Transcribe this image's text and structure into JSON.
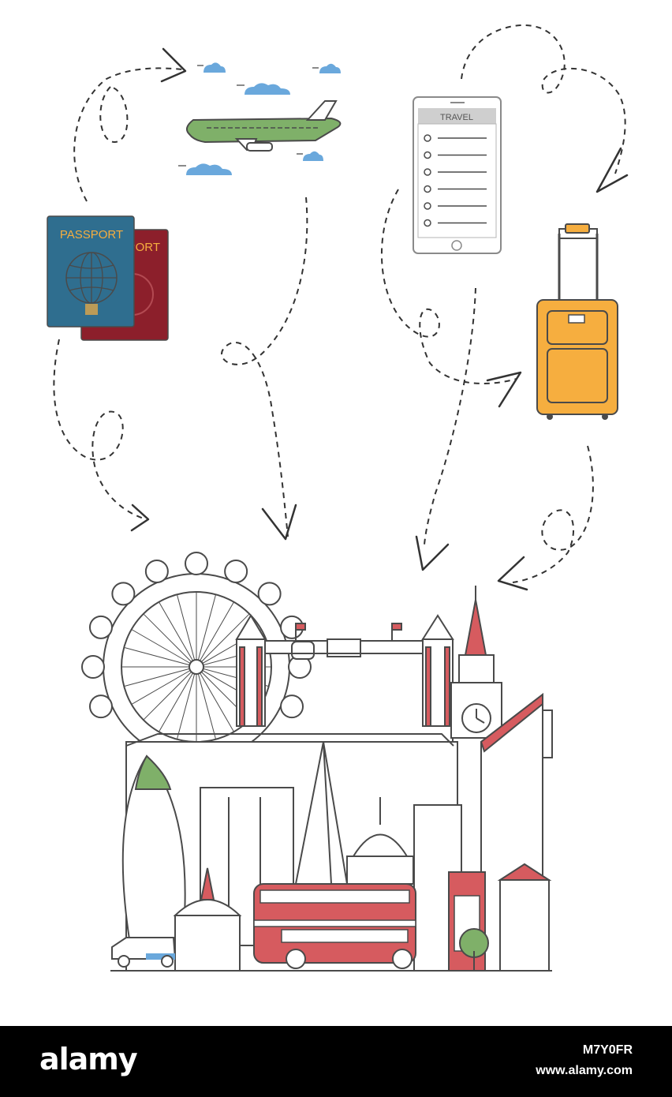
{
  "passport": {
    "front_label": "PASSPORT",
    "back_label": "PORT"
  },
  "phone": {
    "header": "TRAVEL",
    "checklist_count": 6
  },
  "footer": {
    "logo": "alamy",
    "image_id": "M7Y0FR",
    "url": "www.alamy.com"
  },
  "colors": {
    "passport_blue": "#2f6e8f",
    "passport_red": "#8c1f2b",
    "plane_green": "#7fb069",
    "suitcase_orange": "#f6ae3f",
    "bus_red": "#d65b5f",
    "cloud_blue": "#6aa8dc",
    "tree_green": "#7fb069"
  }
}
